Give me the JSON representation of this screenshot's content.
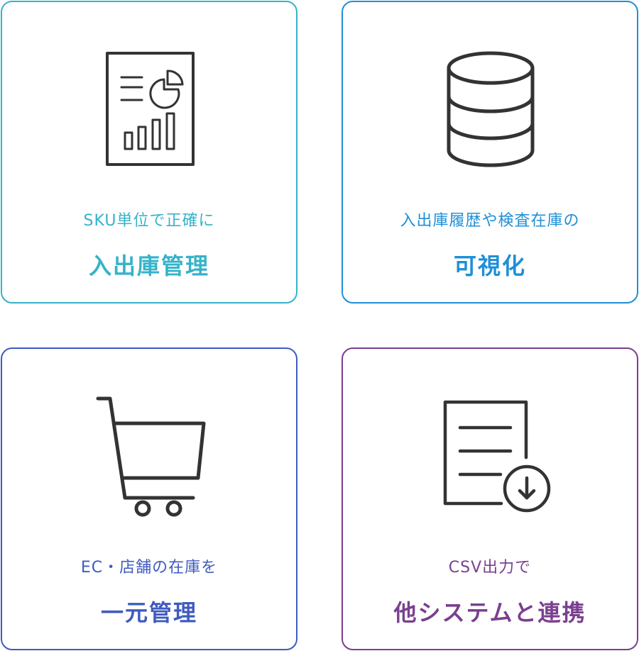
{
  "colors": {
    "icon_stroke": "#333333",
    "card_1": "#35b3c9",
    "card_2": "#1f8fd6",
    "card_3": "#3f5bbf",
    "card_4": "#7a3f8f"
  },
  "cards": [
    {
      "icon": "report-chart-icon",
      "subtitle": "SKU単位で正確に",
      "title": "入出庫管理",
      "color": "#35b3c9"
    },
    {
      "icon": "database-icon",
      "subtitle": "入出庫履歴や検査在庫の",
      "title": "可視化",
      "color": "#1f8fd6"
    },
    {
      "icon": "shopping-cart-icon",
      "subtitle": "EC・店舗の在庫を",
      "title": "一元管理",
      "color": "#3f5bbf"
    },
    {
      "icon": "document-download-icon",
      "subtitle": "CSV出力で",
      "title": "他システムと連携",
      "color": "#7a3f8f"
    }
  ]
}
